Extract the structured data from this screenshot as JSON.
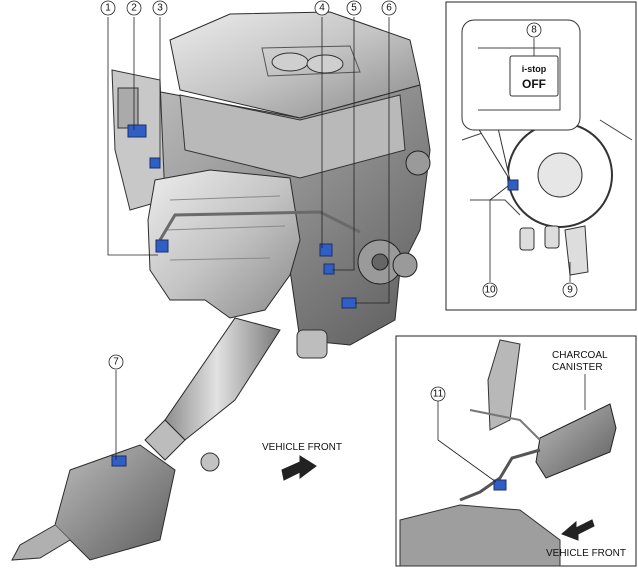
{
  "callouts": [
    {
      "id": "1",
      "label": "1"
    },
    {
      "id": "2",
      "label": "2"
    },
    {
      "id": "3",
      "label": "3"
    },
    {
      "id": "4",
      "label": "4"
    },
    {
      "id": "5",
      "label": "5"
    },
    {
      "id": "6",
      "label": "6"
    },
    {
      "id": "7",
      "label": "7"
    },
    {
      "id": "8",
      "label": "8"
    },
    {
      "id": "9",
      "label": "9"
    },
    {
      "id": "10",
      "label": "10"
    },
    {
      "id": "11",
      "label": "11"
    }
  ],
  "labels": {
    "vehicle_front_main": "VEHICLE FRONT",
    "vehicle_front_inset": "VEHICLE FRONT",
    "charcoal_line1": "CHARCOAL",
    "charcoal_line2": "CANISTER",
    "istop_line1": "i-stop",
    "istop_line2": "OFF"
  },
  "colors": {
    "sensor_blue": "#2f5fc4",
    "metal_light": "#d6d6d6",
    "metal_mid": "#a9a9a9",
    "metal_dark": "#6e6e6e",
    "outline": "#2b2b2b"
  }
}
